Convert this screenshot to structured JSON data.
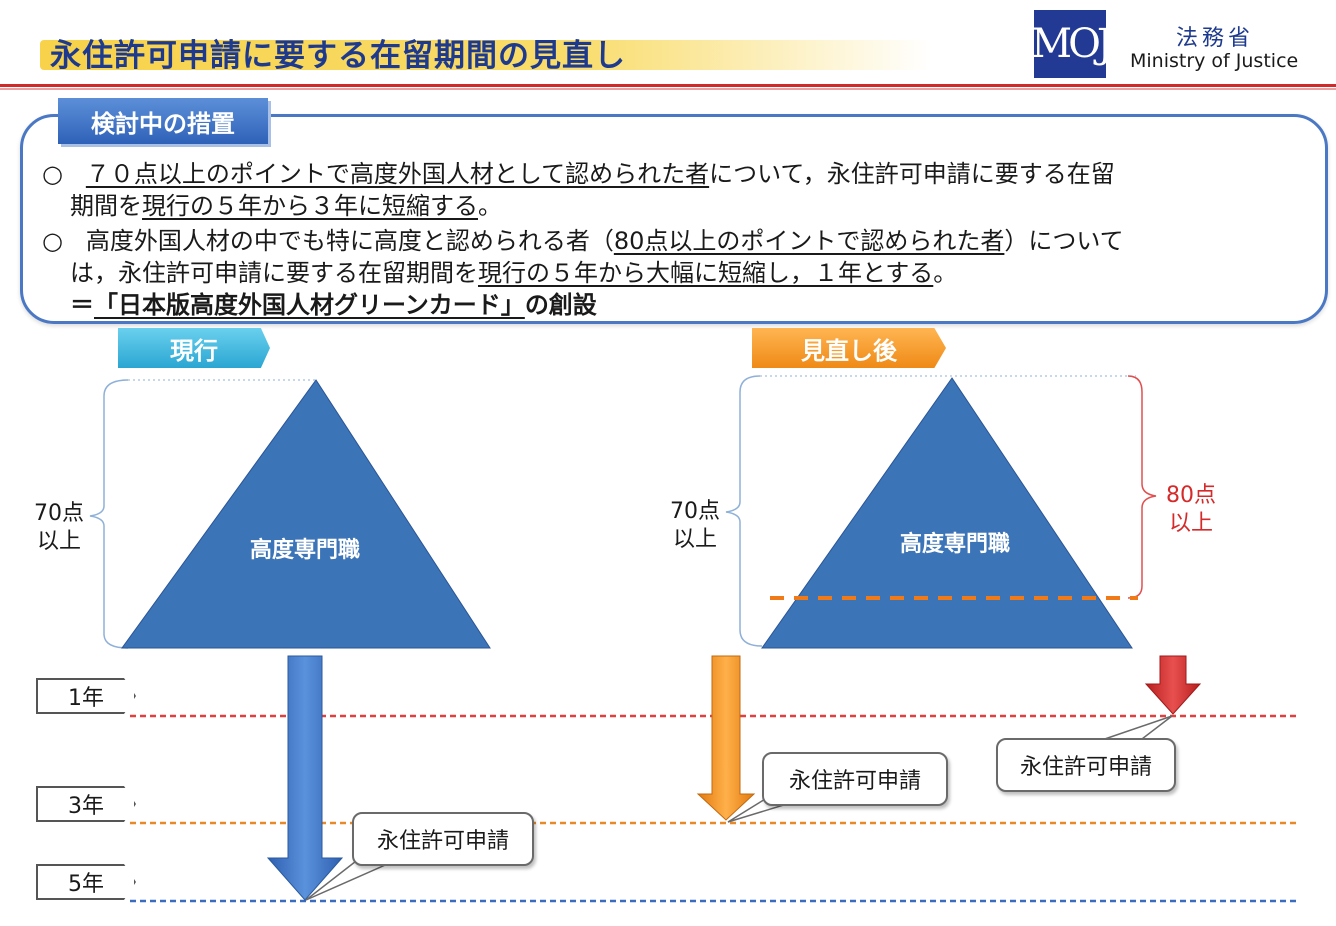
{
  "header": {
    "title": "永住許可申請に要する在留期間の見直し",
    "logo_text": "MOJ",
    "ministry_jp": "法務省",
    "ministry_en": "Ministry of Justice"
  },
  "measures": {
    "tag": "検討中の措置",
    "bullet": "○",
    "item1": {
      "underlined": "７０点以上のポイントで高度外国人材として認められた者",
      "rest": "について，永住許可申請に要する在留",
      "line2_plain": "期間を",
      "line2_underlined": "現行の５年から３年に短縮する",
      "line2_end": "。"
    },
    "item2": {
      "start": "高度外国人材の中でも特に高度と認められる者（",
      "underlined": "80点以上のポイントで認められた者",
      "end": "）について",
      "line2_plain": "は，永住許可申請に要する在留期間を",
      "line2_underlined": "現行の５年から大幅に短縮し，１年とする",
      "line2_end": "。",
      "line3_prefix": "＝",
      "line3_underlined": "「日本版高度外国人材グリーンカード」",
      "line3_end": "の創設"
    }
  },
  "diagram": {
    "current_tag": "現行",
    "revised_tag": "見直し後",
    "pyramid_label": "高度専門職",
    "points_70_line1": "70点",
    "points_70_line2": "以上",
    "points_80_line1": "80点",
    "points_80_line2": "以上",
    "years": [
      "1年",
      "3年",
      "5年"
    ],
    "callout": "永住許可申請",
    "colors": {
      "pyramid": "#3c74b8",
      "arrow_current": "#3a74c8",
      "arrow_revised": "#f08c1a",
      "arrow_80": "#d63030",
      "line_1yr": "#e04040",
      "line_3yr": "#e88a2a",
      "line_5yr": "#3a6cc0"
    }
  }
}
